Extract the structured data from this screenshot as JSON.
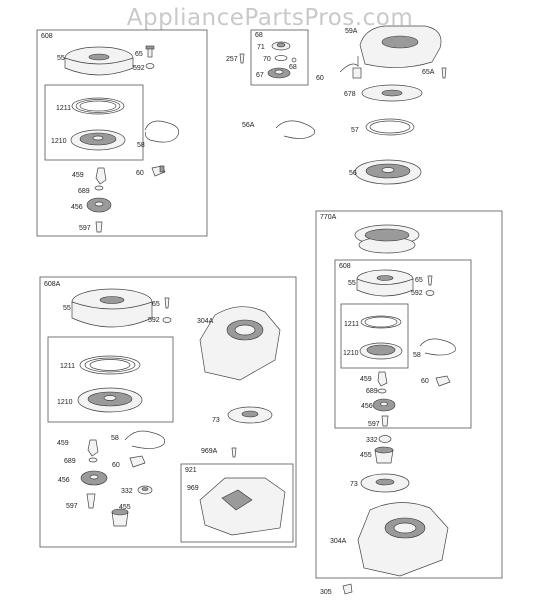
{
  "watermark": "AppliancePartsPros.com",
  "boxes": [
    {
      "id": "box-608-top",
      "label": "608"
    },
    {
      "id": "box-608-inner",
      "label": ""
    },
    {
      "id": "box-68",
      "label": "68"
    },
    {
      "id": "box-608A",
      "label": "608A"
    },
    {
      "id": "box-608A-inner",
      "label": ""
    },
    {
      "id": "box-921",
      "label": "921"
    },
    {
      "id": "box-770A",
      "label": "770A"
    },
    {
      "id": "box-608-right",
      "label": "608"
    },
    {
      "id": "box-608-right-inner",
      "label": ""
    }
  ],
  "labels": [
    "55",
    "65",
    "592",
    "1211",
    "1210",
    "58",
    "459",
    "60",
    "689",
    "456",
    "597",
    "257",
    "71",
    "70",
    "68",
    "67",
    "60",
    "59A",
    "65A",
    "678",
    "56A",
    "57",
    "56",
    "55",
    "65",
    "592",
    "304A",
    "1211",
    "1210",
    "58",
    "73",
    "459",
    "689",
    "60",
    "969A",
    "456",
    "332",
    "597",
    "455",
    "969",
    "55",
    "65",
    "592",
    "1211",
    "1210",
    "58",
    "459",
    "689",
    "60",
    "456",
    "597",
    "332",
    "455",
    "73",
    "304A",
    "305"
  ]
}
